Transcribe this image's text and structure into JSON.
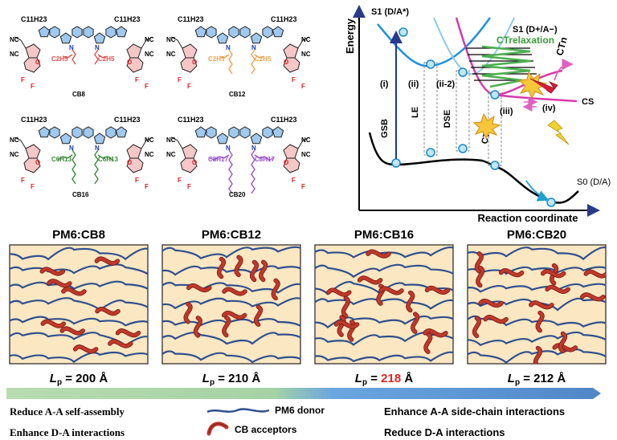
{
  "molecules": [
    {
      "name": "CB8",
      "side_chain": "C2H5",
      "chain_color": "#d9534f",
      "chain_segments": 3
    },
    {
      "name": "CB12",
      "side_chain": "C2H5",
      "chain_color": "#f0a04b",
      "chain_segments": 5
    },
    {
      "name": "CB16",
      "side_chain": "C6H13",
      "chain_color": "#3a8a3a",
      "chain_segments": 7
    },
    {
      "name": "CB20",
      "side_chain": "C8H17",
      "chain_color": "#9b4fd0",
      "chain_segments": 9
    }
  ],
  "molecule_labels": {
    "c11": "C11H23",
    "cn": "NC",
    "n": "N",
    "o": "O",
    "f": "F"
  },
  "energy_diagram": {
    "y_axis_label": "Energy",
    "x_axis_label": "Reaction coordinate",
    "s1_da": "S1 (D/A*)",
    "s1_ct": "S1 (D+/A−)",
    "s0": "S0 (D/A)",
    "ct_relax": "CTrelaxation",
    "ctn": "CTn",
    "ct1": "CT1",
    "cs": "CS",
    "steps": [
      "(i)",
      "(ii)",
      "(ii-2)",
      "(iii)",
      "(iv)"
    ],
    "processes": [
      "GSB",
      "LE",
      "DSE"
    ]
  },
  "morphology": [
    {
      "title": "PM6:CB8",
      "lp_value": "200",
      "highlight": false
    },
    {
      "title": "PM6:CB12",
      "lp_value": "210",
      "highlight": false
    },
    {
      "title": "PM6:CB16",
      "lp_value": "218",
      "highlight": true
    },
    {
      "title": "PM6:CB20",
      "lp_value": "212",
      "highlight": false
    }
  ],
  "lp_symbol": "L",
  "lp_subscript": "p",
  "lp_unit": "Å",
  "legend": {
    "left_line1": "Reduce A-A self-assembly",
    "left_line2": "Enhance D-A interactions",
    "donor": "PM6 donor",
    "acceptor": "CB acceptors",
    "right_line1": "Enhance A-A side-chain interactions",
    "right_line2": "Reduce D-A interactions"
  },
  "colors": {
    "panel_fill": "#fbe7c2",
    "donor": "#2f4f8f",
    "acceptor": "#c0392b",
    "arrow_left": "#8cc08c",
    "arrow_right": "#3f7fd0",
    "highlight": "#e02424",
    "well1": "#1f8fe0",
    "well2": "#d83aa8",
    "ct_green": "#4caf50",
    "ct_pink": "#e060c0"
  }
}
